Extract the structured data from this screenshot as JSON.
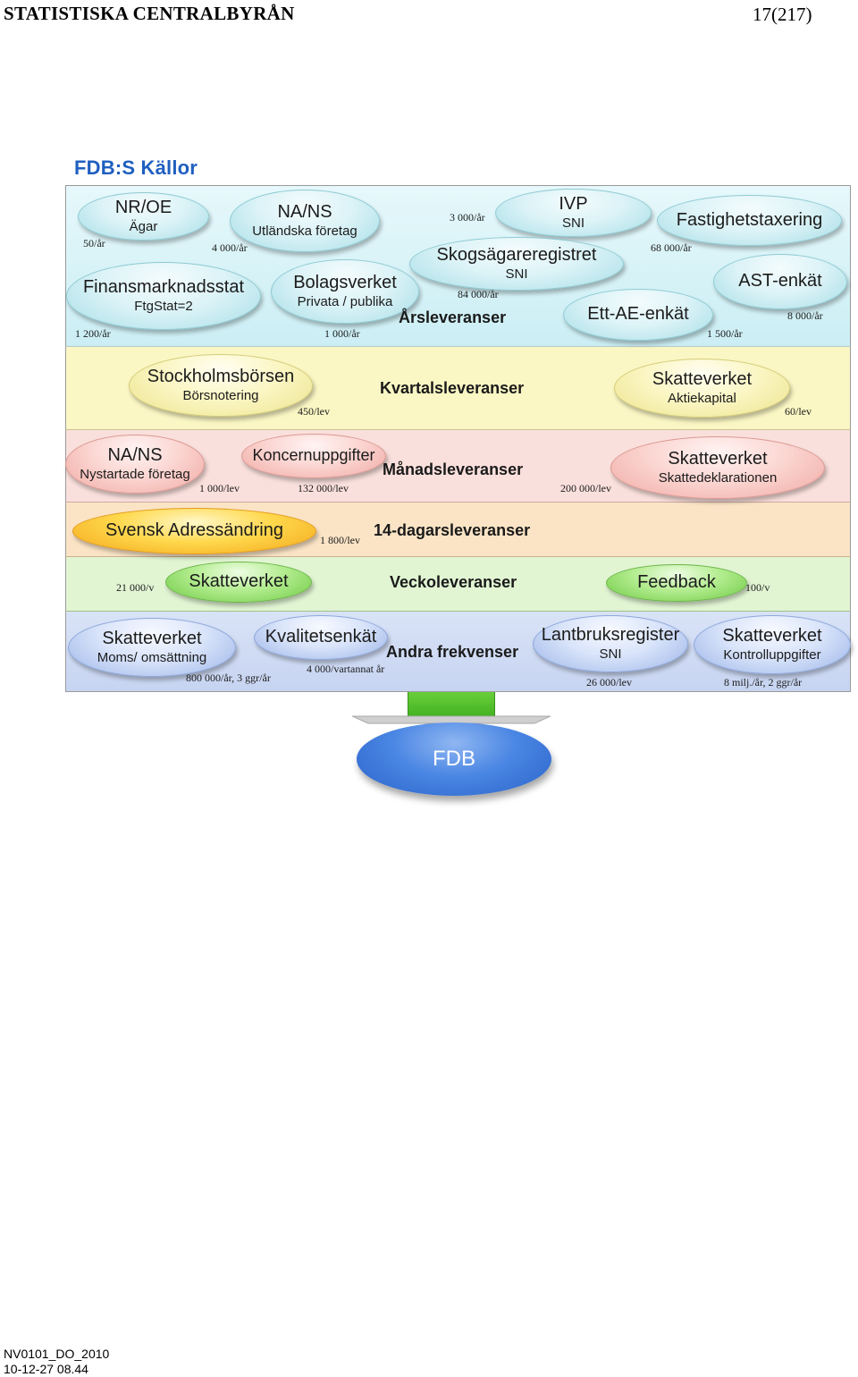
{
  "header": {
    "org": "STATISTISKA CENTRALBYRÅN",
    "page": "17(217)"
  },
  "footer": {
    "doc_id": "NV0101_DO_2010",
    "timestamp": "10-12-27 08.44"
  },
  "diagram": {
    "title": "FDB:S Källor",
    "bands": {
      "ars": {
        "label": "Årsleveranser",
        "sources": [
          {
            "name": "NR/OE",
            "sub": "Ägar",
            "volume": "50/år"
          },
          {
            "name": "NA/NS",
            "sub": "Utländska företag",
            "volume": "4 000/år"
          },
          {
            "name": "IVP",
            "sub": "SNI",
            "volume": "3 000/år"
          },
          {
            "name": "Fastighetstaxering",
            "volume": "68 000/år"
          },
          {
            "name": "Skogsägareregistret",
            "sub": "SNI",
            "volume": "84 000/år"
          },
          {
            "name": "Finansmarknadsstat",
            "sub": "FtgStat=2",
            "volume": "1 200/år"
          },
          {
            "name": "Bolagsverket",
            "sub": "Privata / publika",
            "volume": "1 000/år"
          },
          {
            "name": "Ett-AE-enkät",
            "volume": "1 500/år"
          },
          {
            "name": "AST-enkät",
            "volume": "8 000/år"
          }
        ]
      },
      "kvartal": {
        "label": "Kvartalsleveranser",
        "sources": [
          {
            "name": "Stockholmsbörsen",
            "sub": "Börsnotering",
            "volume": "450/lev"
          },
          {
            "name": "Skatteverket",
            "sub": "Aktiekapital",
            "volume": "60/lev"
          }
        ]
      },
      "manad": {
        "label": "Månadsleveranser",
        "sources": [
          {
            "name": "NA/NS",
            "sub": "Nystartade företag",
            "volume": "1 000/lev"
          },
          {
            "name": "Koncernuppgifter",
            "volume": "132 000/lev"
          },
          {
            "name": "Skatteverket",
            "sub": "Skattedeklarationen",
            "volume": "200 000/lev"
          }
        ]
      },
      "fjorton": {
        "label": "14-dagarsleveranser",
        "sources": [
          {
            "name": "Svensk Adressändring",
            "volume": "1 800/lev"
          }
        ]
      },
      "vecko": {
        "label": "Veckoleveranser",
        "sources": [
          {
            "name": "Skatteverket",
            "volume": "21 000/v"
          },
          {
            "name": "Feedback",
            "volume": "100/v"
          }
        ]
      },
      "andra": {
        "label": "Andra frekvenser",
        "sources": [
          {
            "name": "Skatteverket",
            "sub": "Moms/ omsättning",
            "volume": "800 000/år, 3 ggr/år"
          },
          {
            "name": "Kvalitetsenkät",
            "volume": "4 000/vartannat år"
          },
          {
            "name": "Lantbruksregister",
            "sub": "SNI",
            "volume": "26 000/lev"
          },
          {
            "name": "Skatteverket",
            "sub": "Kontrolluppgifter",
            "volume": "8 milj./år, 2 ggr/år"
          }
        ]
      }
    },
    "target": "FDB",
    "colors": {
      "ars": "#d6f2f7",
      "kvartal": "#fbf7c4",
      "manad": "#fae0dc",
      "fjorton": "#fbe4c6",
      "vecko": "#e1f5d3",
      "andra": "#d0dbf4",
      "fdb": "#3a74d6"
    }
  }
}
